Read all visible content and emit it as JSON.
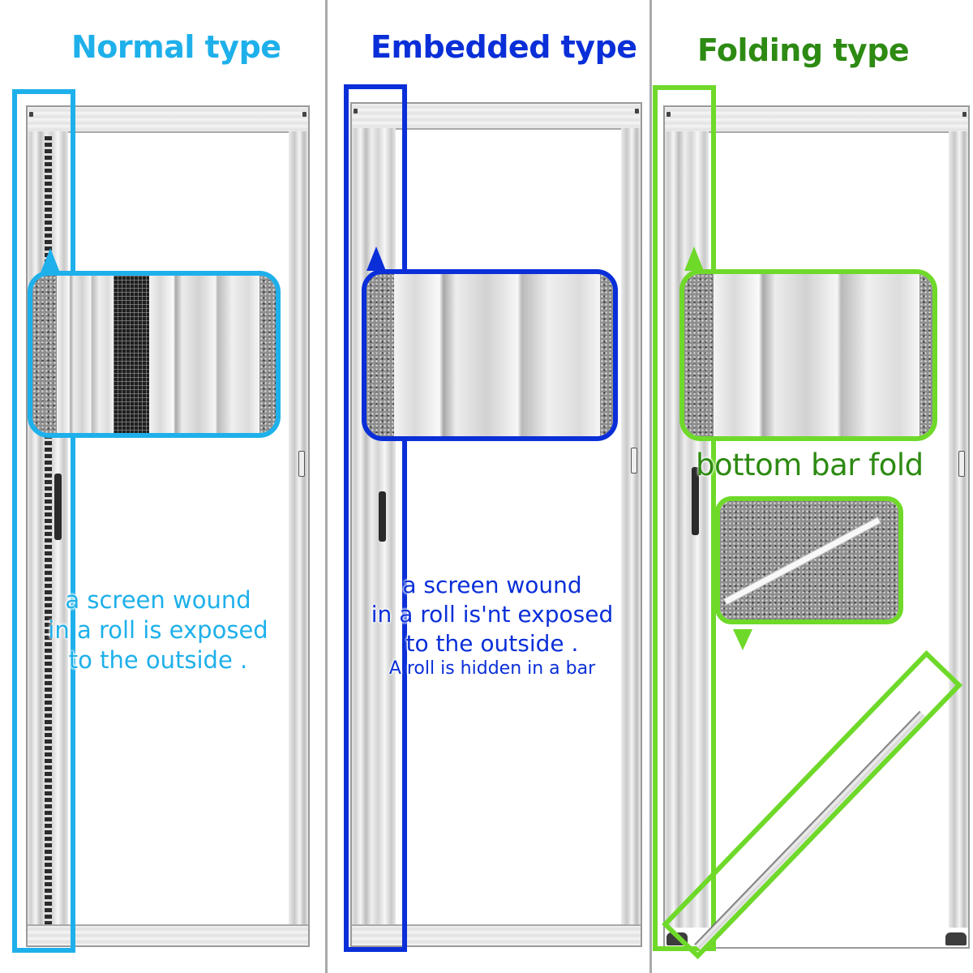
{
  "colors": {
    "normal": "#1eb0ea",
    "embedded": "#0a2fd8",
    "folding": "#6fd92a",
    "folding_text": "#2d8a12",
    "divider": "#a9a9a9"
  },
  "panels": [
    {
      "id": "normal",
      "title": "Normal type",
      "caption_lines": [
        "a screen wound",
        "in a roll is exposed",
        "to the outside ."
      ],
      "detail": "roll-screen-closeup-exposed"
    },
    {
      "id": "embedded",
      "title": "Embedded type",
      "caption_lines": [
        "a screen wound",
        "in a roll is'nt exposed",
        "to the outside ."
      ],
      "caption_note": "A roll is hidden in a bar",
      "detail": "roll-screen-closeup-hidden"
    },
    {
      "id": "folding",
      "title": "Folding type",
      "fold_label": "bottom bar fold",
      "detail": "roll-screen-closeup-folding"
    }
  ]
}
